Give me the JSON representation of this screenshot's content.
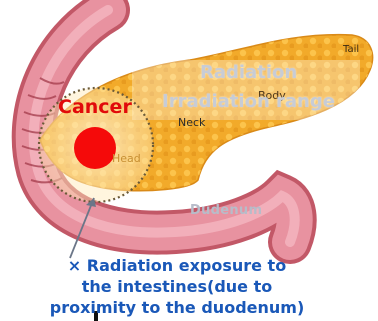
{
  "labels": {
    "tail": "Tail",
    "body": "Body",
    "neck": "Neck",
    "head": "Head",
    "duodenum": "Dudenum",
    "cancer": "Cancer",
    "radiation_line1": "Radiation",
    "radiation_line2": "Irradiation range"
  },
  "note": {
    "line1": "× Radiation exposure to",
    "line2": "the intestines(due to",
    "line3": "proximity to the duodenum)"
  },
  "colors": {
    "pancreas": "#f2aa2a",
    "duodenum": "#de8a96",
    "cancer": "#f50a0a",
    "radiation_band": "#ffffff",
    "note_text": "#1a58b8"
  }
}
